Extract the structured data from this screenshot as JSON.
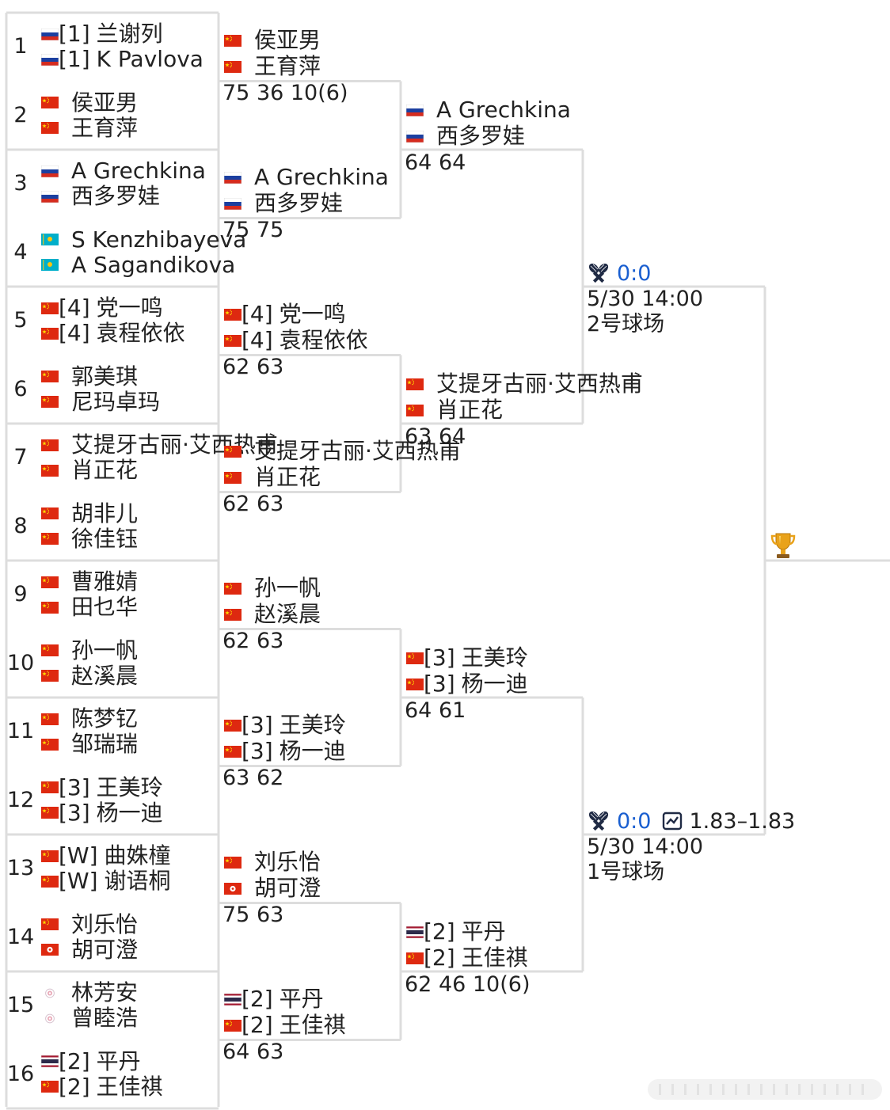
{
  "colors": {
    "line": "#dddddd",
    "score_text": "#222222",
    "live_blue": "#1a5fd0"
  },
  "round1": [
    {
      "num": "1",
      "p1": {
        "flag": "flag-russia",
        "seed": "[1]",
        "name": "兰谢列"
      },
      "p2": {
        "flag": "flag-russia",
        "seed": "[1]",
        "name": "K Pavlova"
      }
    },
    {
      "num": "2",
      "p1": {
        "flag": "flag-china",
        "seed": "",
        "name": "侯亚男"
      },
      "p2": {
        "flag": "flag-china",
        "seed": "",
        "name": "王育萍"
      }
    },
    {
      "num": "3",
      "p1": {
        "flag": "flag-russia",
        "seed": "",
        "name": "A Grechkina"
      },
      "p2": {
        "flag": "flag-russia",
        "seed": "",
        "name": "西多罗娃"
      }
    },
    {
      "num": "4",
      "p1": {
        "flag": "flag-kazakhstan",
        "seed": "",
        "name": "S Kenzhibayeva"
      },
      "p2": {
        "flag": "flag-kazakhstan",
        "seed": "",
        "name": "A Sagandikova"
      }
    },
    {
      "num": "5",
      "p1": {
        "flag": "flag-china",
        "seed": "[4]",
        "name": "党一鸣"
      },
      "p2": {
        "flag": "flag-china",
        "seed": "[4]",
        "name": "袁程依依"
      }
    },
    {
      "num": "6",
      "p1": {
        "flag": "flag-china",
        "seed": "",
        "name": "郭美琪"
      },
      "p2": {
        "flag": "flag-china",
        "seed": "",
        "name": "尼玛卓玛"
      }
    },
    {
      "num": "7",
      "p1": {
        "flag": "flag-china",
        "seed": "",
        "name": "艾提牙古丽·艾西热甫"
      },
      "p2": {
        "flag": "flag-china",
        "seed": "",
        "name": "肖正花"
      }
    },
    {
      "num": "8",
      "p1": {
        "flag": "flag-china",
        "seed": "",
        "name": "胡非儿"
      },
      "p2": {
        "flag": "flag-china",
        "seed": "",
        "name": "徐佳钰"
      }
    },
    {
      "num": "9",
      "p1": {
        "flag": "flag-china",
        "seed": "",
        "name": "曹雅婧"
      },
      "p2": {
        "flag": "flag-china",
        "seed": "",
        "name": "田乜华"
      }
    },
    {
      "num": "10",
      "p1": {
        "flag": "flag-china",
        "seed": "",
        "name": "孙一帆"
      },
      "p2": {
        "flag": "flag-china",
        "seed": "",
        "name": "赵溪晨"
      }
    },
    {
      "num": "11",
      "p1": {
        "flag": "flag-china",
        "seed": "",
        "name": "陈梦钇"
      },
      "p2": {
        "flag": "flag-china",
        "seed": "",
        "name": "邹瑞瑞"
      }
    },
    {
      "num": "12",
      "p1": {
        "flag": "flag-china",
        "seed": "[3]",
        "name": "王美玲"
      },
      "p2": {
        "flag": "flag-china",
        "seed": "[3]",
        "name": "杨一迪"
      }
    },
    {
      "num": "13",
      "p1": {
        "flag": "flag-china",
        "seed": "[W]",
        "name": "曲姝橦"
      },
      "p2": {
        "flag": "flag-china",
        "seed": "[W]",
        "name": "谢语桐"
      }
    },
    {
      "num": "14",
      "p1": {
        "flag": "flag-china",
        "seed": "",
        "name": "刘乐怡"
      },
      "p2": {
        "flag": "flag-hongkong",
        "seed": "",
        "name": "胡可澄"
      }
    },
    {
      "num": "15",
      "p1": {
        "flag": "flag-taipei",
        "seed": "",
        "name": "林芳安"
      },
      "p2": {
        "flag": "flag-taipei",
        "seed": "",
        "name": "曾睦浩"
      }
    },
    {
      "num": "16",
      "p1": {
        "flag": "flag-thailand",
        "seed": "[2]",
        "name": "平丹"
      },
      "p2": {
        "flag": "flag-china",
        "seed": "[2]",
        "name": "王佳祺"
      }
    }
  ],
  "round2": [
    {
      "p1": {
        "flag": "flag-china",
        "seed": "",
        "name": "侯亚男"
      },
      "p2": {
        "flag": "flag-china",
        "seed": "",
        "name": "王育萍"
      },
      "score": "75 36 10(6)"
    },
    {
      "p1": {
        "flag": "flag-russia",
        "seed": "",
        "name": "A Grechkina"
      },
      "p2": {
        "flag": "flag-russia",
        "seed": "",
        "name": "西多罗娃"
      },
      "score": "75 75"
    },
    {
      "p1": {
        "flag": "flag-china",
        "seed": "[4]",
        "name": "党一鸣"
      },
      "p2": {
        "flag": "flag-china",
        "seed": "[4]",
        "name": "袁程依依"
      },
      "score": "62 63"
    },
    {
      "p1": {
        "flag": "flag-china",
        "seed": "",
        "name": "艾提牙古丽·艾西热甫"
      },
      "p2": {
        "flag": "flag-china",
        "seed": "",
        "name": "肖正花"
      },
      "score": "62 63"
    },
    {
      "p1": {
        "flag": "flag-china",
        "seed": "",
        "name": "孙一帆"
      },
      "p2": {
        "flag": "flag-china",
        "seed": "",
        "name": "赵溪晨"
      },
      "score": "62 63"
    },
    {
      "p1": {
        "flag": "flag-china",
        "seed": "[3]",
        "name": "王美玲"
      },
      "p2": {
        "flag": "flag-china",
        "seed": "[3]",
        "name": "杨一迪"
      },
      "score": "63 62"
    },
    {
      "p1": {
        "flag": "flag-china",
        "seed": "",
        "name": "刘乐怡"
      },
      "p2": {
        "flag": "flag-hongkong",
        "seed": "",
        "name": "胡可澄"
      },
      "score": "75 63"
    },
    {
      "p1": {
        "flag": "flag-thailand",
        "seed": "[2]",
        "name": "平丹"
      },
      "p2": {
        "flag": "flag-china",
        "seed": "[2]",
        "name": "王佳祺"
      },
      "score": "64 63"
    }
  ],
  "quarterfinals": [
    {
      "p1": {
        "flag": "flag-russia",
        "seed": "",
        "name": "A Grechkina"
      },
      "p2": {
        "flag": "flag-russia",
        "seed": "",
        "name": "西多罗娃"
      },
      "score": "64 64"
    },
    {
      "p1": {
        "flag": "flag-china",
        "seed": "",
        "name": "艾提牙古丽·艾西热甫"
      },
      "p2": {
        "flag": "flag-china",
        "seed": "",
        "name": "肖正花"
      },
      "score": "63 64"
    },
    {
      "p1": {
        "flag": "flag-china",
        "seed": "[3]",
        "name": "王美玲"
      },
      "p2": {
        "flag": "flag-china",
        "seed": "[3]",
        "name": "杨一迪"
      },
      "score": "64 61"
    },
    {
      "p1": {
        "flag": "flag-thailand",
        "seed": "[2]",
        "name": "平丹"
      },
      "p2": {
        "flag": "flag-china",
        "seed": "[2]",
        "name": "王佳祺"
      },
      "score": "62 46 10(6)"
    }
  ],
  "semifinals": [
    {
      "live_icon": "crossed-rackets-icon",
      "live_score": "0:0",
      "odds_icon": "chart-icon",
      "odds": "",
      "time": "5/30 14:00",
      "court": "2号球场"
    },
    {
      "live_icon": "crossed-rackets-icon",
      "live_score": "0:0",
      "odds_icon": "chart-icon",
      "odds": "1.83–1.83",
      "time": "5/30 14:00",
      "court": "1号球场"
    }
  ],
  "final": {
    "icon": "trophy-icon"
  },
  "overlay": {
    "icon": "scroll-indicator-icon"
  }
}
